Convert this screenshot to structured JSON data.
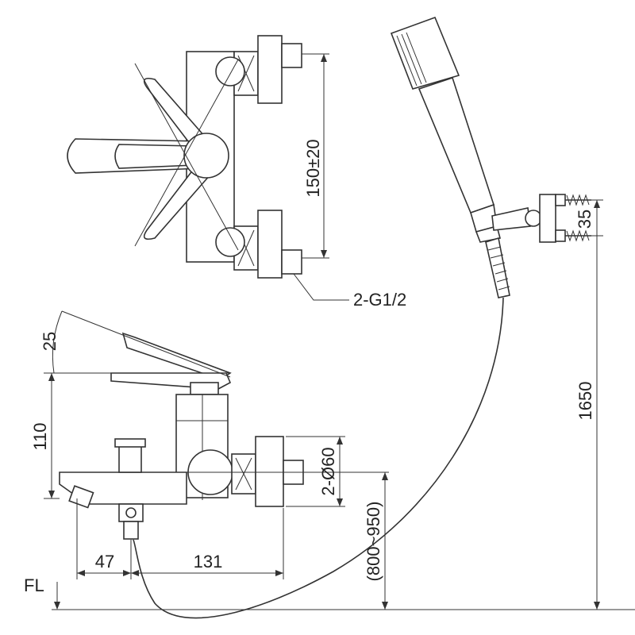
{
  "labels": {
    "valve_spacing": "150±20",
    "inlet_thread": "2-G1/2",
    "lever_angle": "25",
    "lever_height": "110",
    "escutcheon_dia": "2-Ø60",
    "install_height_range": "(800~950)",
    "spout_offset": "47",
    "body_width": "131",
    "floor": "FL",
    "bracket_spacing": "35",
    "bracket_height": "1650"
  }
}
